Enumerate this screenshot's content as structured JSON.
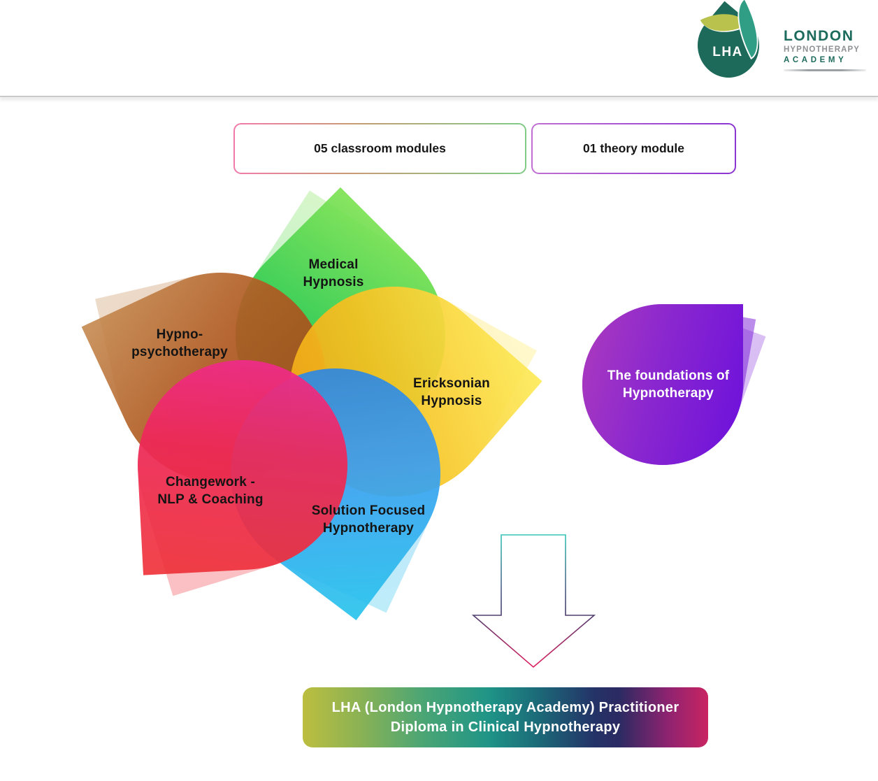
{
  "header": {
    "logo_mark": "LHA",
    "logo_line1": "LONDON",
    "logo_line2": "HYPNOTHERAPY",
    "logo_line3": "ACADEMY"
  },
  "modules": {
    "classroom_label": "05 classroom modules",
    "theory_label": "01 theory module"
  },
  "petals": {
    "medical": {
      "label": "Medical\nHypnosis",
      "color": "#3fca49"
    },
    "hypno": {
      "label": "Hypno-\npsychotherapy",
      "color": "#ab5622"
    },
    "ericksonian": {
      "label": "Ericksonian\nHypnosis",
      "color": "#f6bc21"
    },
    "changework": {
      "label": "Changework -\nNLP & Coaching",
      "color": "#ee2c57"
    },
    "solution": {
      "label": "Solution Focused\nHypnotherapy",
      "color": "#359ce8"
    },
    "foundations": {
      "label": "The foundations of\nHypnotherapy",
      "color": "#8a27cf"
    }
  },
  "banner": {
    "label": "LHA (London Hypnotherapy Academy) Practitioner\nDiploma in Clinical Hypnotherapy"
  },
  "arrow_colors": {
    "top": "#35c4b5",
    "middle": "#45406f",
    "tip": "#e01a5c"
  }
}
